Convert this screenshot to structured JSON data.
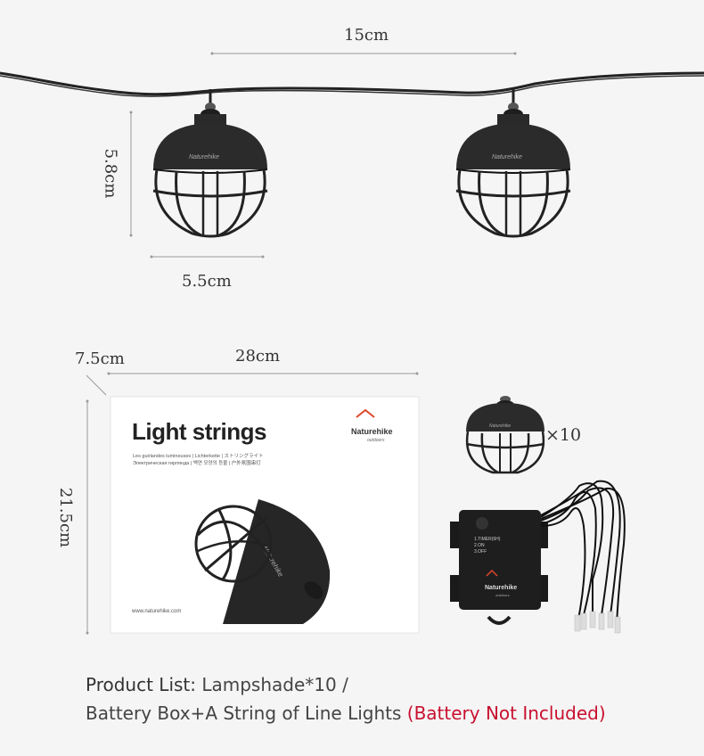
{
  "dimensions": {
    "top_width": "15cm",
    "lamp_height": "5.8cm",
    "lamp_width": "5.5cm",
    "box_depth": "7.5cm",
    "box_width": "28cm",
    "box_height": "21.5cm"
  },
  "box": {
    "title": "Light strings",
    "subtitle_line1": "Les guirlandes lumineuses | Lichterkette | ストリングライト",
    "subtitle_line2": "Электрическая гирлянда | 백연 모양의 등불 | 户外氛围串灯",
    "url": "www.naturehike.com",
    "brand": "Naturehike",
    "brand_sub": "outdoors"
  },
  "lamp_brand": "Naturehike",
  "quantity": "×10",
  "battery_box": {
    "modes": [
      "1.TIMER(6H)",
      "2.ON",
      "3.OFF"
    ],
    "brand": "Naturehike",
    "brand_sub": "outdoors"
  },
  "caption": {
    "line1_bold": "Product List:",
    "line1_rest": " Lampshade*10 /",
    "line2_main": "Battery Box+A String of Line Lights ",
    "line2_red": "(Battery Not Included)"
  },
  "colors": {
    "background": "#f5f5f5",
    "lamp": "#2a2a2a",
    "warning": "#c8102e"
  }
}
